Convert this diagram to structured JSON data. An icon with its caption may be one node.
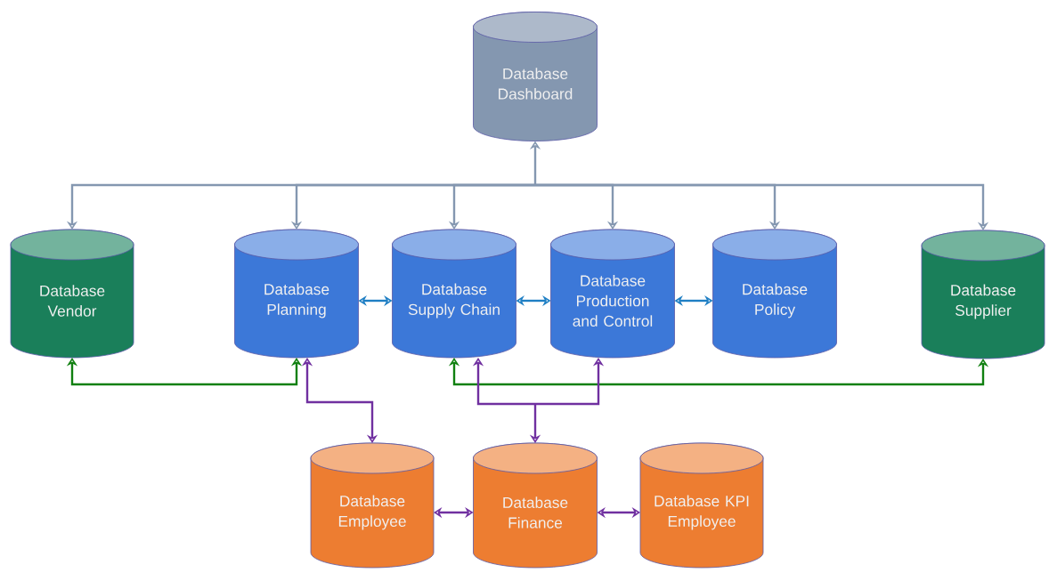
{
  "diagram": {
    "nodes": [
      {
        "text": [
          "Database Dashboard"
        ]
      },
      {
        "text": [
          "Database Vendor"
        ]
      },
      {
        "text": [
          "Database Planning"
        ]
      },
      {
        "text": [
          "Database Supply Chain"
        ]
      },
      {
        "text": [
          "Database Production and Control"
        ]
      },
      {
        "text": [
          "Database Policy"
        ]
      },
      {
        "text": [
          "Database Supplier"
        ]
      },
      {
        "text": [
          "Database Employee"
        ]
      },
      {
        "text": [
          "Database Finance"
        ]
      },
      {
        "text": [
          "Database KPI Employee"
        ]
      }
    ],
    "edges": [
      {
        "from": 0,
        "to": 1,
        "arrow": "both",
        "color": "#8497b0"
      },
      {
        "from": 0,
        "to": 2,
        "arrow": "both",
        "color": "#8497b0"
      },
      {
        "from": 0,
        "to": 3,
        "arrow": "both",
        "color": "#8497b0"
      },
      {
        "from": 0,
        "to": 4,
        "arrow": "both",
        "color": "#8497b0"
      },
      {
        "from": 0,
        "to": 5,
        "arrow": "both",
        "color": "#8497b0"
      },
      {
        "from": 0,
        "to": 6,
        "arrow": "both",
        "color": "#8497b0"
      },
      {
        "from": 2,
        "to": 3,
        "arrow": "both",
        "color": "#1f7fc4"
      },
      {
        "from": 3,
        "to": 4,
        "arrow": "both",
        "color": "#1f7fc4"
      },
      {
        "from": 4,
        "to": 5,
        "arrow": "both",
        "color": "#1f7fc4"
      },
      {
        "from": 1,
        "to": 2,
        "arrow": "both",
        "color": "#108010"
      },
      {
        "from": 3,
        "to": 6,
        "arrow": "both",
        "color": "#108010"
      },
      {
        "from": 2,
        "to": 7,
        "arrow": "both",
        "color": "#7030a0"
      },
      {
        "from": 8,
        "to": 3,
        "arrow": "both",
        "color": "#7030a0"
      },
      {
        "from": 8,
        "to": 4,
        "arrow": "both",
        "color": "#7030a0"
      },
      {
        "from": 7,
        "to": 8,
        "arrow": "both",
        "color": "#7030a0"
      },
      {
        "from": 8,
        "to": 9,
        "arrow": "both",
        "color": "#7030a0"
      }
    ]
  }
}
